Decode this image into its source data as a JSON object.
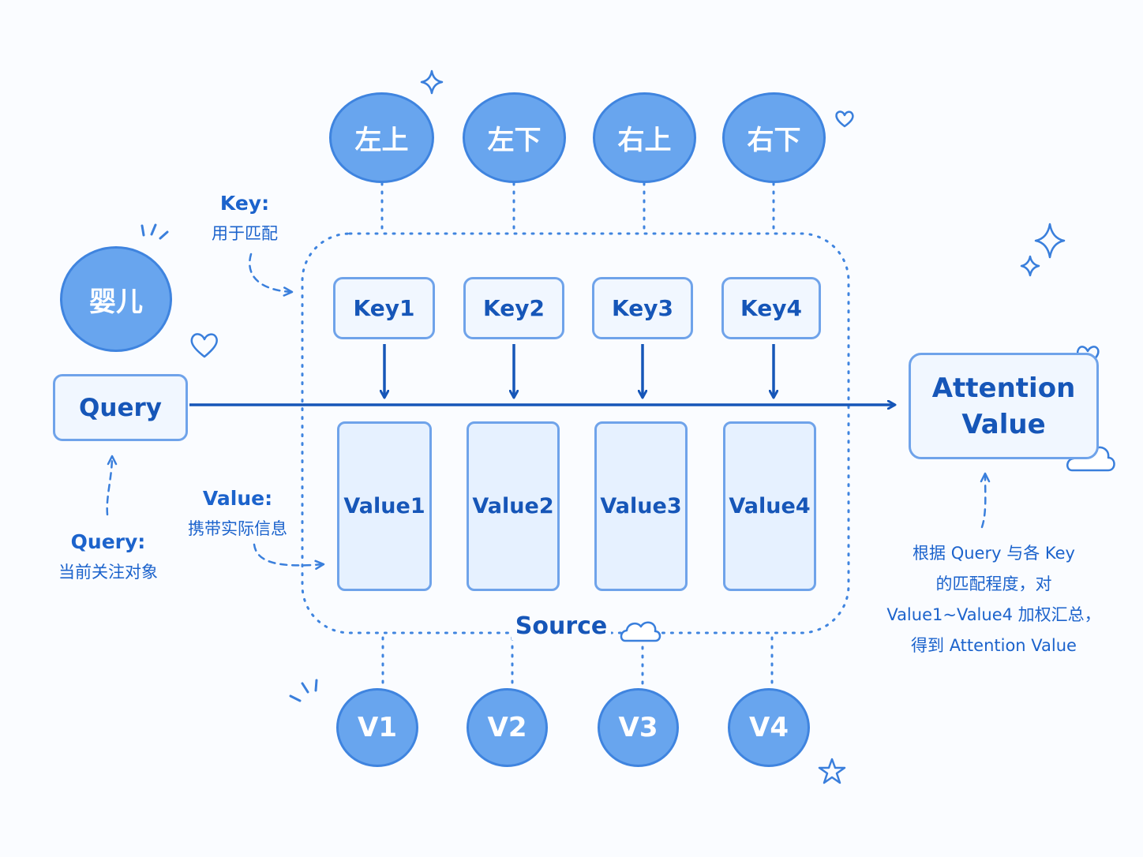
{
  "query_entity": "婴儿",
  "query_box": "Query",
  "key_entities": [
    "左上",
    "左下",
    "右上",
    "右下"
  ],
  "keys": [
    "Key1",
    "Key2",
    "Key3",
    "Key4"
  ],
  "values": [
    "Value1",
    "Value2",
    "Value3",
    "Value4"
  ],
  "value_entities": [
    "V1",
    "V2",
    "V3",
    "V4"
  ],
  "source_label": "Source",
  "output": {
    "line1": "Attention",
    "line2": "Value"
  },
  "annotations": {
    "key": {
      "title": "Key:",
      "desc": "用于匹配"
    },
    "value": {
      "title": "Value:",
      "desc": "携带实际信息"
    },
    "query": {
      "title": "Query:",
      "desc": "当前关注对象"
    },
    "output": {
      "line1": "根据 Query 与各 Key",
      "line2": "的匹配程度，对",
      "line3": "Value1~Value4 加权汇总，",
      "line4": "得到 Attention Value"
    }
  },
  "colors": {
    "primary": "#1656b8",
    "fill_ellipse": "#68a5ee",
    "box_fill": "#f1f7ff",
    "box_border": "#6fa3ea"
  },
  "decorations": [
    "sparkle-icon",
    "heart-icon",
    "cloud-icon",
    "star-icon"
  ]
}
